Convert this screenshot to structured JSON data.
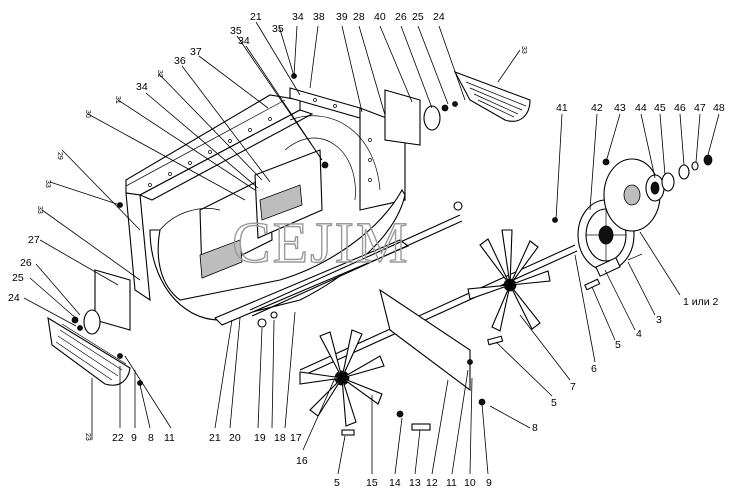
{
  "watermark": "CEJIM",
  "labels": {
    "top_21": "21",
    "top_35": "35",
    "top_34": "34",
    "top_38": "38",
    "top_39": "39",
    "top_28": "28",
    "top_40": "40",
    "top_26": "26",
    "top_25": "25",
    "top_24": "24",
    "upper_37": "37",
    "upper_35": "35",
    "upper_34": "34",
    "upper_36": "36",
    "mid_34": "34",
    "right_41": "41",
    "right_42": "42",
    "right_43": "43",
    "right_44": "44",
    "right_45": "45",
    "right_46": "46",
    "right_47": "47",
    "right_48": "48",
    "right_1or2": "1 или 2",
    "right_3": "3",
    "right_4": "4",
    "right_5a": "5",
    "right_6": "6",
    "right_7": "7",
    "right_5b": "5",
    "right_8": "8",
    "left_27": "27",
    "left_26": "26",
    "left_25": "25",
    "left_24": "24",
    "bottom_22": "22",
    "bottom_9a": "9",
    "bottom_8": "8",
    "bottom_11a": "11",
    "bottom_21": "21",
    "bottom_20": "20",
    "bottom_19": "19",
    "bottom_18": "18",
    "bottom_17": "17",
    "bottom_16": "16",
    "bottom_5": "5",
    "bottom_15": "15",
    "bottom_14": "14",
    "bottom_13": "13",
    "bottom_12": "12",
    "bottom_11b": "11",
    "bottom_10": "10",
    "bottom_9b": "9"
  },
  "rotated_labels": {
    "r1": "33",
    "r2": "32",
    "r3": "31",
    "r4": "30",
    "r5": "29",
    "r6": "33",
    "r7": "33",
    "r8": "23"
  }
}
